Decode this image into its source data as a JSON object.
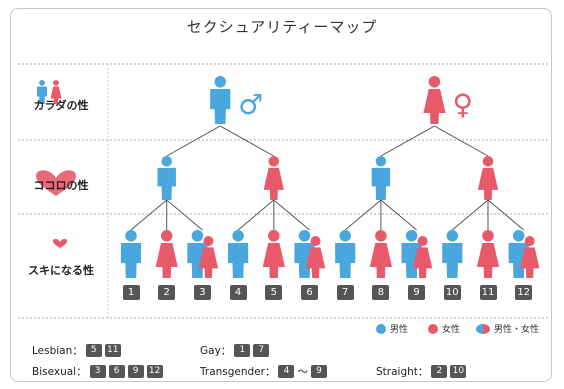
{
  "title": "セクシュアリティーマップ",
  "rows": {
    "body": "カラダの性",
    "heart": "ココロの性",
    "attraction": "スキになる性"
  },
  "symbols": {
    "male": "♂",
    "female": "♀"
  },
  "numbers": [
    "1",
    "2",
    "3",
    "4",
    "5",
    "6",
    "7",
    "8",
    "9",
    "10",
    "11",
    "12"
  ],
  "legend": {
    "male": "男性",
    "female": "女性",
    "both": "男性・女性"
  },
  "categories": {
    "lesbian": {
      "label": "Lesbian：",
      "nums": [
        "5",
        "11"
      ]
    },
    "gay": {
      "label": "Gay：",
      "nums": [
        "1",
        "7"
      ]
    },
    "bisexual": {
      "label": "Bisexual：",
      "nums": [
        "3",
        "6",
        "9",
        "12"
      ]
    },
    "transgender": {
      "label": "Transgender：",
      "from": "4",
      "sep": "〜",
      "to": "9"
    },
    "straight": {
      "label": "Straight：",
      "nums": [
        "2",
        "10"
      ]
    }
  },
  "colors": {
    "male": "#4aa7de",
    "female": "#e85a6a",
    "line": "#555555"
  },
  "tree": {
    "level1": [
      "male",
      "female"
    ],
    "level2": [
      "male",
      "female",
      "male",
      "female"
    ],
    "level3": [
      [
        "male"
      ],
      [
        "female"
      ],
      [
        "male",
        "female"
      ],
      [
        "male"
      ],
      [
        "female"
      ],
      [
        "male",
        "female"
      ],
      [
        "male"
      ],
      [
        "female"
      ],
      [
        "male",
        "female"
      ],
      [
        "male"
      ],
      [
        "female"
      ],
      [
        "male",
        "female"
      ]
    ]
  }
}
